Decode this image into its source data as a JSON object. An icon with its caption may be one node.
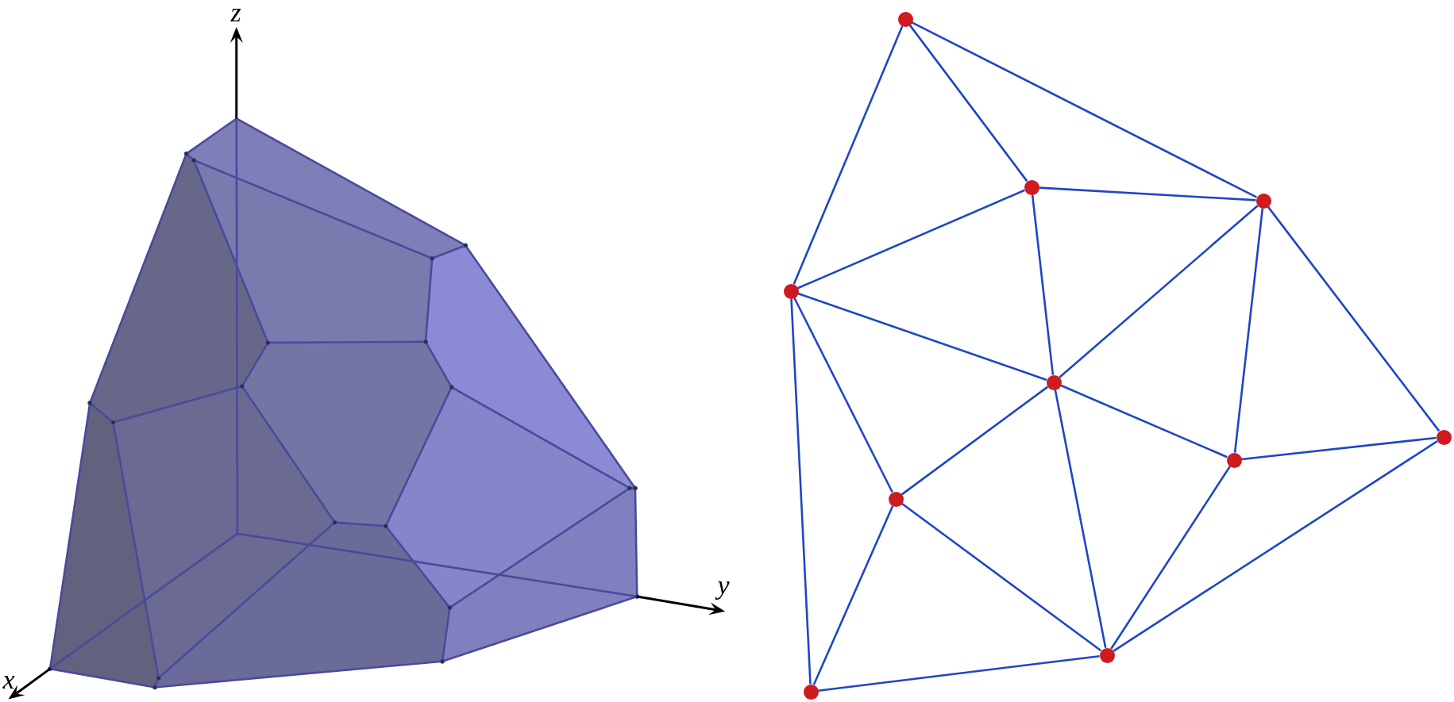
{
  "diagram": {
    "nodes": [
      {
        "text": [],
        "shape": "circle"
      },
      {
        "text": [],
        "shape": "circle"
      },
      {
        "text": [],
        "shape": "circle"
      },
      {
        "text": [],
        "shape": "circle"
      },
      {
        "text": [],
        "shape": "circle"
      },
      {
        "text": [],
        "shape": "circle"
      },
      {
        "text": [],
        "shape": "circle"
      },
      {
        "text": [],
        "shape": "circle"
      },
      {
        "text": [],
        "shape": "circle"
      },
      {
        "text": [],
        "shape": "circle"
      }
    ],
    "edges": [
      {
        "from": 0,
        "to": 3,
        "arrow": "none"
      },
      {
        "from": 0,
        "to": 1,
        "arrow": "none"
      },
      {
        "from": 0,
        "to": 2,
        "arrow": "none"
      },
      {
        "from": 1,
        "to": 2,
        "arrow": "none"
      },
      {
        "from": 1,
        "to": 3,
        "arrow": "none"
      },
      {
        "from": 1,
        "to": 4,
        "arrow": "none"
      },
      {
        "from": 2,
        "to": 4,
        "arrow": "none"
      },
      {
        "from": 2,
        "to": 6,
        "arrow": "none"
      },
      {
        "from": 2,
        "to": 5,
        "arrow": "none"
      },
      {
        "from": 3,
        "to": 4,
        "arrow": "none"
      },
      {
        "from": 3,
        "to": 7,
        "arrow": "none"
      },
      {
        "from": 3,
        "to": 9,
        "arrow": "none"
      },
      {
        "from": 4,
        "to": 7,
        "arrow": "none"
      },
      {
        "from": 4,
        "to": 6,
        "arrow": "none"
      },
      {
        "from": 4,
        "to": 8,
        "arrow": "none"
      },
      {
        "from": 5,
        "to": 6,
        "arrow": "none"
      },
      {
        "from": 5,
        "to": 8,
        "arrow": "none"
      },
      {
        "from": 6,
        "to": 8,
        "arrow": "none"
      },
      {
        "from": 7,
        "to": 9,
        "arrow": "none"
      },
      {
        "from": 7,
        "to": 8,
        "arrow": "none"
      },
      {
        "from": 9,
        "to": 8,
        "arrow": "none"
      }
    ],
    "labels": [
      "z",
      "y",
      "x"
    ]
  }
}
